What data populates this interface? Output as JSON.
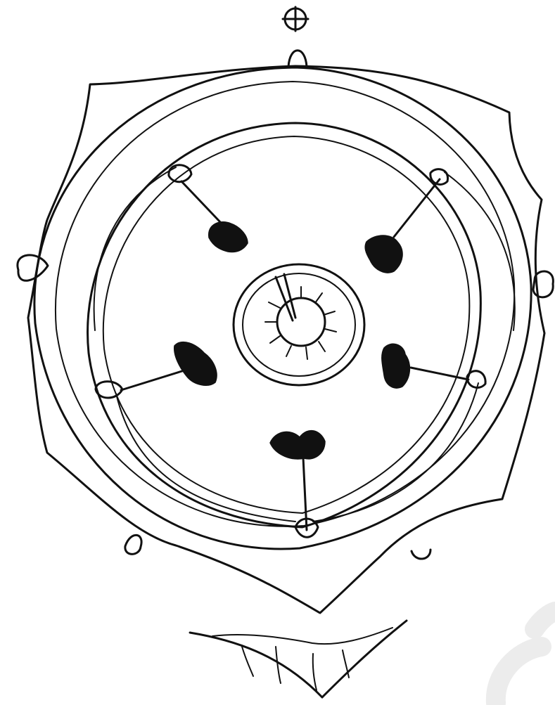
{
  "diagram": {
    "kind": "floral-diagram-sketch",
    "ink_color": "#111111",
    "paper_color": "#ffffff",
    "watermark_color": "#ececec",
    "symbols": {
      "top_marker": "circle-cross-icon"
    },
    "counts": {
      "outer_lobes": 5,
      "inner_attachments": 5,
      "anthers": 5
    }
  }
}
